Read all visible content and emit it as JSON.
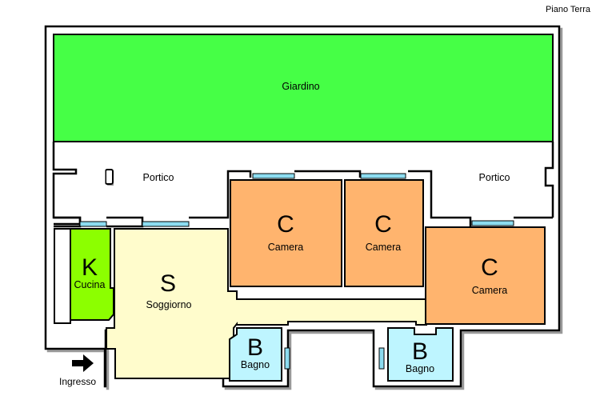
{
  "header": {
    "floor_label": "Piano Terra"
  },
  "colors": {
    "garden": "#46ff46",
    "portico": "#ffffff",
    "kitchen": "#8cff00",
    "living": "#fffccc",
    "bedroom": "#ffb46e",
    "bathroom": "#bef5ff",
    "window": "#8cdcf0",
    "wall": "#000000",
    "shadow": "#999999"
  },
  "rooms": {
    "garden": {
      "name": "Giardino"
    },
    "portico_left": {
      "name": "Portico"
    },
    "portico_right": {
      "name": "Portico"
    },
    "kitchen": {
      "letter": "K",
      "name": "Cucina"
    },
    "living": {
      "letter": "S",
      "name": "Soggiorno"
    },
    "bedroom_1": {
      "letter": "C",
      "name": "Camera"
    },
    "bedroom_2": {
      "letter": "C",
      "name": "Camera"
    },
    "bedroom_3": {
      "letter": "C",
      "name": "Camera"
    },
    "bathroom_1": {
      "letter": "B",
      "name": "Bagno"
    },
    "bathroom_2": {
      "letter": "B",
      "name": "Bagno"
    }
  },
  "entrance": {
    "label": "Ingresso",
    "icon": "arrow-right-icon"
  }
}
